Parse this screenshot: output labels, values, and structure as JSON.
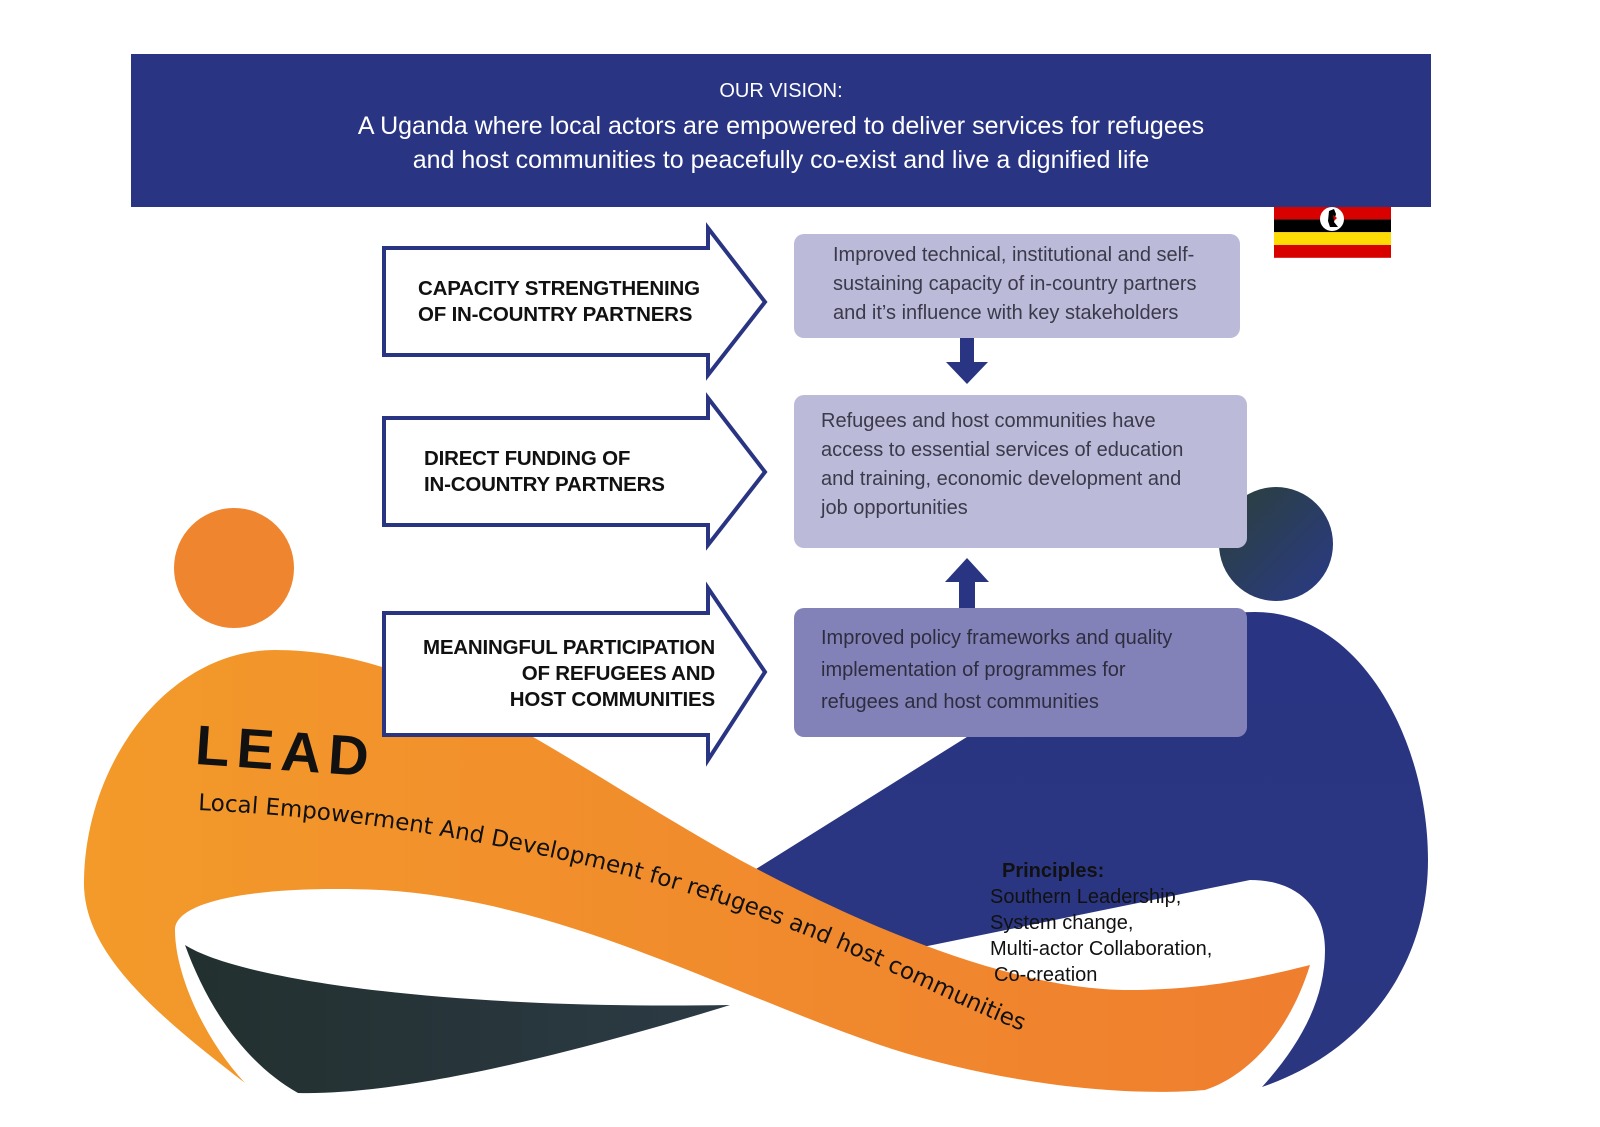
{
  "vision": {
    "label": "OUR VISION:",
    "line1": "A Uganda where local actors are empowered to deliver services for refugees",
    "line2": "and host communities to peacefully co-exist and live a dignified life"
  },
  "pathways": [
    {
      "line1": "CAPACITY STRENGTHENING",
      "line2": "OF IN-COUNTRY PARTNERS"
    },
    {
      "line1": "DIRECT FUNDING OF",
      "line2": "IN-COUNTRY PARTNERS"
    },
    {
      "line1": "MEANINGFUL PARTICIPATION",
      "line2": "OF REFUGEES AND",
      "line3": "HOST COMMUNITIES"
    }
  ],
  "outcomes": [
    {
      "lines": [
        "Improved technical, institutional and self-",
        "sustaining capacity of in-country partners",
        "and it’s influence with key stakeholders"
      ]
    },
    {
      "lines": [
        "Refugees and host communities have",
        "access to essential services of education",
        "and training, economic development and",
        "job opportunities"
      ]
    },
    {
      "lines": [
        "Improved policy frameworks and quality",
        "implementation of programmes for",
        "refugees and host communities"
      ]
    }
  ],
  "lead": {
    "title": "LEAD",
    "tagline": "Local Empowerment And Development for refugees and host communities"
  },
  "principles": {
    "heading": "Principles:",
    "items": [
      "Southern Leadership,",
      "System change,",
      "Multi-actor Collaboration,",
      "Co-creation"
    ]
  },
  "colors": {
    "navy": "#293583",
    "orange": "#f08a2c",
    "dark_green": "#263738",
    "outcome_light": "#bcbad9",
    "outcome_mid": "#8382b8"
  },
  "icons": {
    "flag": "uganda-flag-icon",
    "arrow": "chevron-arrow-icon"
  }
}
